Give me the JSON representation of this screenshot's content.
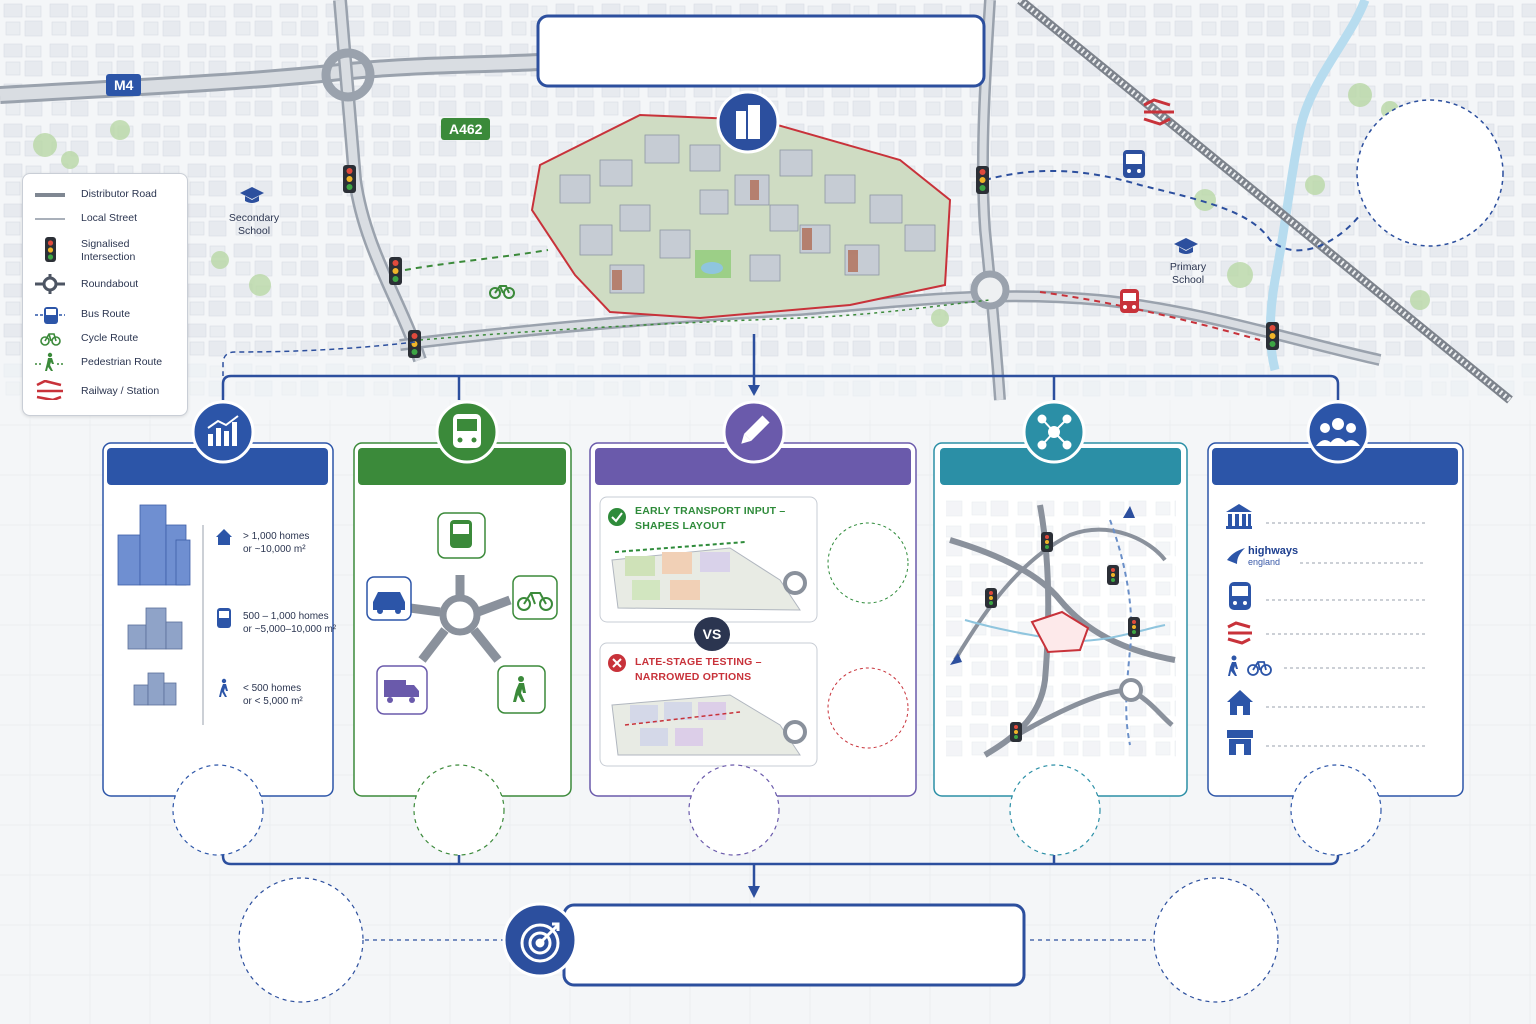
{
  "map": {
    "roads": {
      "motorway": "M4",
      "a_road": "A462"
    },
    "places": {
      "secondary_school": "Secondary\nSchool",
      "primary_school": "Primary\nSchool"
    }
  },
  "legend": [
    {
      "label": "Distributor Road",
      "icon": "distributor-road-line"
    },
    {
      "label": "Local Street",
      "icon": "local-street-line"
    },
    {
      "label": "Signalised\nIntersection",
      "icon": "traffic-light-icon"
    },
    {
      "label": "Roundabout",
      "icon": "roundabout-icon"
    },
    {
      "label": "Bus Route",
      "icon": "bus-icon"
    },
    {
      "label": "Cycle Route",
      "icon": "bicycle-icon"
    },
    {
      "label": "Pedestrian Route",
      "icon": "pedestrian-icon"
    },
    {
      "label": "Railway / Station",
      "icon": "national-rail-icon"
    }
  ],
  "panels": {
    "scale": {
      "accent": "#2c55a8",
      "icon": "bar-chart-icon",
      "tiers": [
        {
          "icon": "house-icon",
          "text": "> 1,000 homes\nor ~10,000 m²"
        },
        {
          "icon": "bus-icon",
          "text": "500 – 1,000 homes\nor ~5,000–10,000 m²"
        },
        {
          "icon": "pedestrian-icon",
          "text": "< 500 homes\nor < 5,000 m²"
        }
      ]
    },
    "modes": {
      "accent": "#3b8a3a",
      "icon": "bus-icon",
      "items": [
        "bus-icon",
        "car-icon",
        "bicycle-icon",
        "lorry-icon",
        "pedestrian-icon"
      ]
    },
    "timing": {
      "accent": "#6a5aab",
      "icon": "pencil-icon",
      "early": "EARLY TRANSPORT INPUT –\nSHAPES LAYOUT",
      "vs": "VS",
      "late": "LATE-STAGE TESTING –\nNARROWED OPTIONS",
      "early_color": "#2e8b3a",
      "late_color": "#c8323a"
    },
    "network": {
      "accent": "#2b8fa6",
      "icon": "network-icon"
    },
    "stakeholders": {
      "accent": "#2c55a8",
      "icon": "people-group-icon",
      "brand": {
        "line1": "highways",
        "line2": "england"
      },
      "items": [
        "government-building-icon",
        "highways-england-logo",
        "bus-icon",
        "national-rail-icon",
        "walk-cycle-icon",
        "house-icon",
        "shop-icon"
      ]
    }
  },
  "outcome": {
    "icon": "target-icon"
  },
  "colors": {
    "navy": "#2c4f9e",
    "green": "#3b8a3a",
    "purple": "#6a5aab",
    "teal": "#2b8fa6",
    "red": "#c8323a"
  }
}
